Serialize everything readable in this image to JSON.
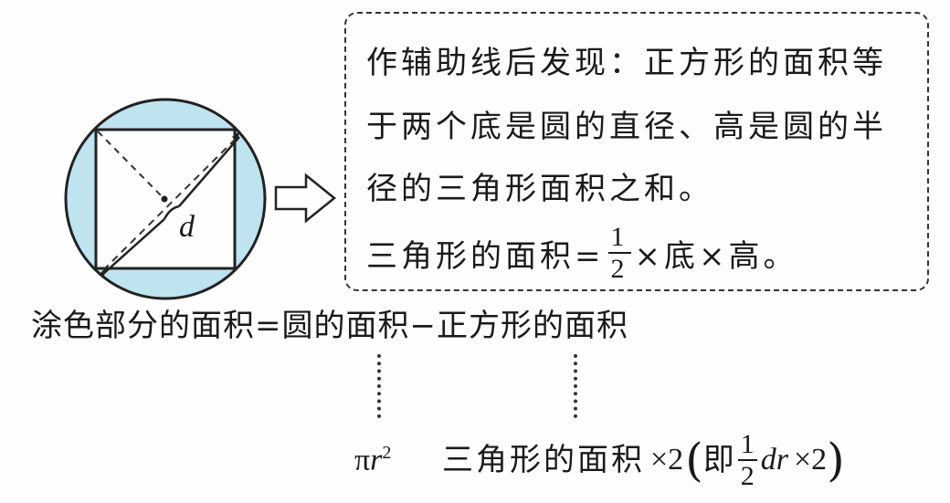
{
  "figure": {
    "diameter_label": "d",
    "fill_color": "#bfe3ef",
    "line_color": "#222222"
  },
  "callout": {
    "line1": "作辅助线后发现：正方形的面积等",
    "line2": "于两个底是圆的直径、高是圆的半",
    "line3": "径的三角形面积之和。",
    "line4_prefix": "三角形的面积=",
    "line4_num": "1",
    "line4_den": "2",
    "line4_suffix": "×底×高。"
  },
  "equation": "涂色部分的面积=圆的面积−正方形的面积",
  "bottom": {
    "circle_area": "π",
    "circle_r": "r",
    "circle_exp": "2",
    "square_prefix": "三角形的面积",
    "square_times": "×2",
    "paren_open": "(",
    "paren_word": "即",
    "frac_num": "1",
    "frac_den": "2",
    "dr": "dr",
    "times2": "×2",
    "paren_close": ")"
  }
}
